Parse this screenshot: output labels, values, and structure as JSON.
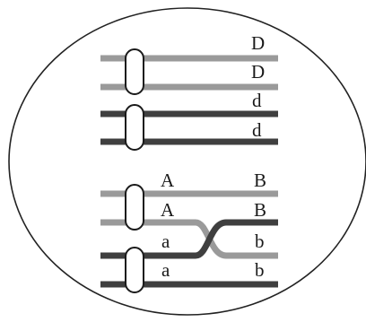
{
  "colors": {
    "background": "#ffffff",
    "outline": "#222222",
    "light_chromatid": "#9a9a9a",
    "dark_chromatid": "#3f3f3f",
    "centromere_fill": "#ffffff",
    "label": "#1a1a1a"
  },
  "top_pair": {
    "labels": [
      "D",
      "D",
      "d",
      "d"
    ]
  },
  "bottom_pair": {
    "labels_left": [
      "A",
      "A",
      "a",
      "a"
    ],
    "labels_right": [
      "B",
      "B",
      "b",
      "b"
    ],
    "crossover_between": [
      "chromatid 2",
      "chromatid 3"
    ]
  }
}
